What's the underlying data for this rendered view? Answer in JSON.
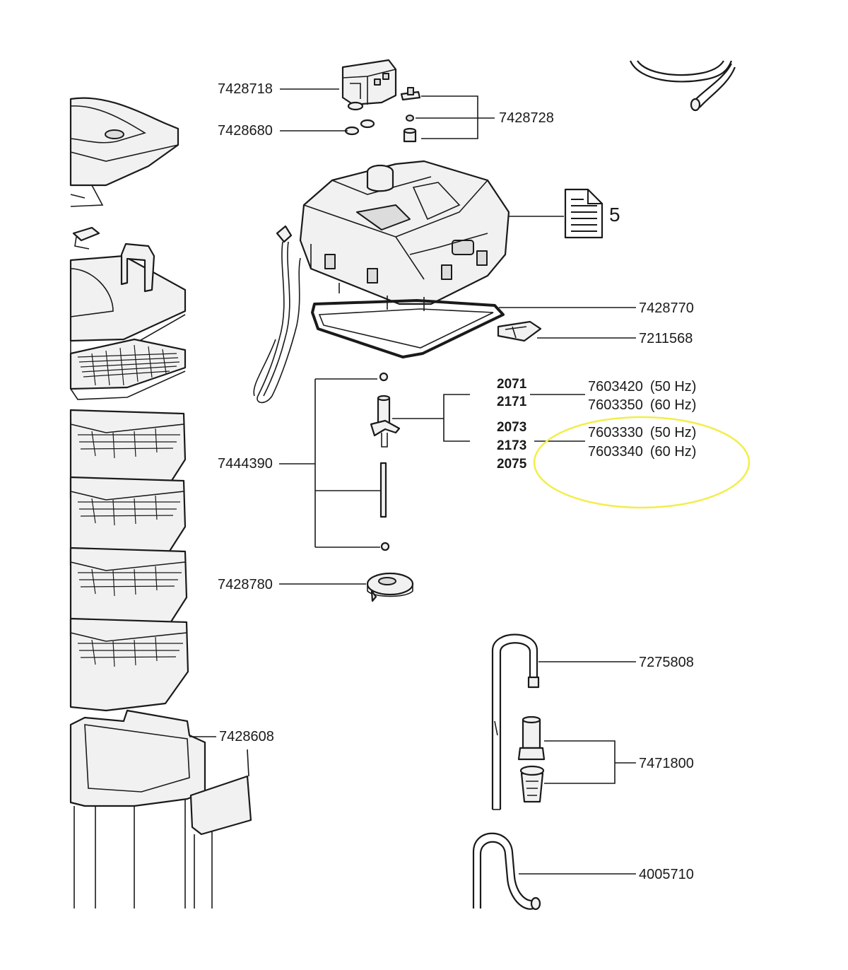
{
  "labels": {
    "p7428718": "7428718",
    "p7428680": "7428680",
    "p7428728": "7428728",
    "doc_ref": "5",
    "p7428770": "7428770",
    "p7211568": "7211568",
    "p7444390": "7444390",
    "p7428780": "7428780",
    "p7275808": "7275808",
    "p7471800": "7471800",
    "p7428608": "7428608",
    "p4005710": "4005710"
  },
  "models": {
    "m2071": "2071",
    "m2171": "2171",
    "m2073": "2073",
    "m2173": "2173",
    "m2075": "2075"
  },
  "impellers": [
    {
      "part": "7603420",
      "freq": "(50 Hz)"
    },
    {
      "part": "7603350",
      "freq": "(60 Hz)"
    },
    {
      "part": "7603330",
      "freq": "(50 Hz)"
    },
    {
      "part": "7603340",
      "freq": "(60 Hz)"
    }
  ],
  "highlight": {
    "color": "#f2ee4a"
  },
  "icons": {
    "document": "document-icon"
  }
}
